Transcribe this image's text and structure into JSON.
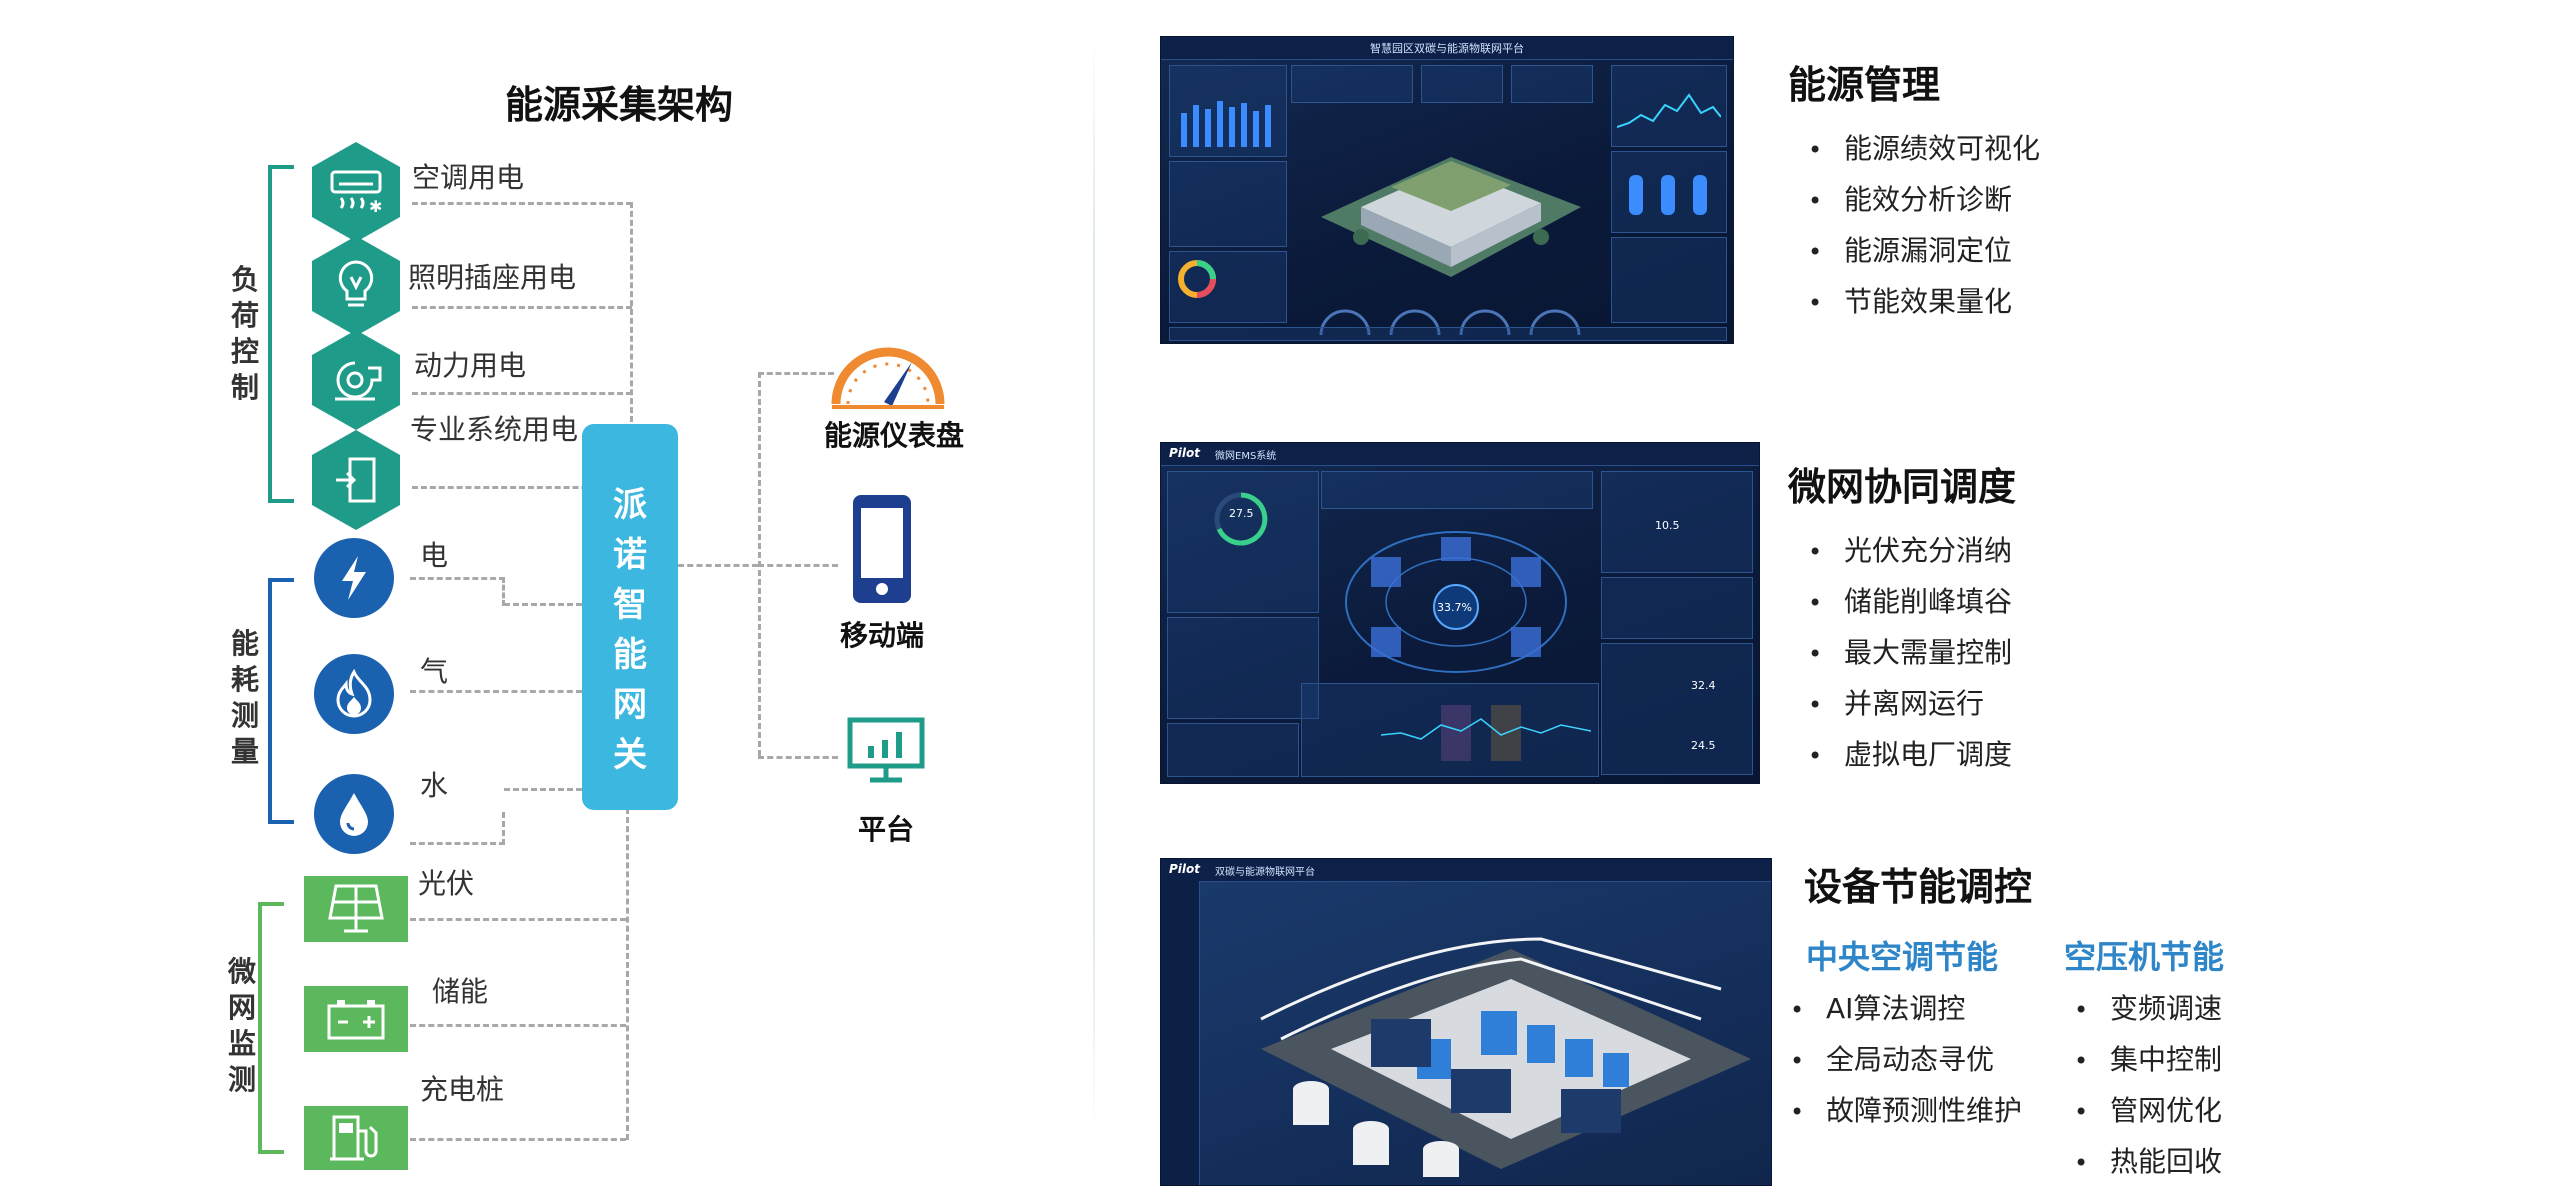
{
  "left_title": "能源采集架构",
  "groups": {
    "load_control": "负荷控制",
    "consumption": "能耗测量",
    "microgrid": "微网监测"
  },
  "items": [
    {
      "label": "空调用电",
      "icon": "air-conditioner-icon"
    },
    {
      "label": "照明插座用电",
      "icon": "light-bulb-icon"
    },
    {
      "label": "动力用电",
      "icon": "fan-icon"
    },
    {
      "label": "专业系统用电",
      "icon": "door-exit-icon"
    },
    {
      "label": "电",
      "icon": "lightning-icon"
    },
    {
      "label": "气",
      "icon": "flame-icon"
    },
    {
      "label": "水",
      "icon": "water-drop-icon"
    },
    {
      "label": "光伏",
      "icon": "solar-panel-icon"
    },
    {
      "label": "储能",
      "icon": "battery-icon"
    },
    {
      "label": "充电桩",
      "icon": "charging-pile-icon"
    }
  ],
  "gateway": "派诺智能网关",
  "outputs": [
    {
      "label": "能源仪表盘",
      "icon": "gauge-icon"
    },
    {
      "label": "移动端",
      "icon": "mobile-phone-icon"
    },
    {
      "label": "平台",
      "icon": "monitor-chart-icon"
    }
  ],
  "sections": [
    {
      "title": "能源管理",
      "screenshot_title": "智慧园区双碳与能源物联网平台",
      "bullets": [
        "能源绩效可视化",
        "能效分析诊断",
        "能源漏洞定位",
        "节能效果量化"
      ]
    },
    {
      "title": "微网协同调度",
      "screenshot_title": "微网EMS系统",
      "screenshot_brand": "Pilot",
      "screenshot_center_value": "33.7%",
      "screenshot_left_value": "27.5",
      "screenshot_right_values": [
        "10.5",
        "32.4",
        "24.5"
      ],
      "bullets": [
        "光伏充分消纳",
        "储能削峰填谷",
        "最大需量控制",
        "并离网运行",
        "虚拟电厂调度"
      ]
    },
    {
      "title": "设备节能调控",
      "screenshot_title": "双碳与能源物联网平台",
      "screenshot_brand": "Pilot",
      "subsections": [
        {
          "title": "中央空调节能",
          "bullets": [
            "AI算法调控",
            "全局动态寻优",
            "故障预测性维护"
          ]
        },
        {
          "title": "空压机节能",
          "bullets": [
            "变频调速",
            "集中控制",
            "管网优化",
            "热能回收"
          ]
        }
      ]
    }
  ],
  "colors": {
    "teal": "#1f9b8a",
    "blue": "#1a62b0",
    "green": "#5cb85c",
    "gateway": "#3bb7e0",
    "orange": "#f08a30",
    "navy": "#1e3f8f",
    "accent_text": "#2e86c9"
  }
}
